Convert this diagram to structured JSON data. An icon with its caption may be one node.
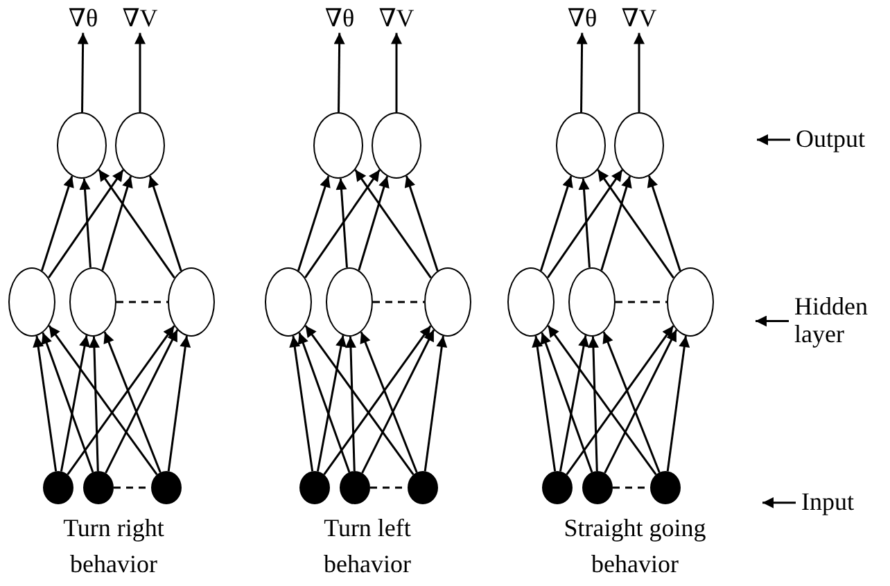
{
  "diagram": {
    "nodes": [
      {
        "text": [
          "∇θ"
        ]
      },
      {
        "text": [
          "∇V"
        ]
      },
      {
        "text": [],
        "shape": "circle"
      },
      {
        "text": [],
        "shape": "circle"
      },
      {
        "text": [],
        "shape": "circle"
      },
      {
        "text": [],
        "shape": "circle"
      },
      {
        "text": [],
        "shape": "circle"
      },
      {
        "text": [],
        "shape": "circle"
      },
      {
        "text": [],
        "shape": "circle"
      },
      {
        "text": [],
        "shape": "circle"
      },
      {
        "text": [
          "∇θ"
        ]
      },
      {
        "text": [
          "∇V"
        ]
      },
      {
        "text": [],
        "shape": "circle"
      },
      {
        "text": [],
        "shape": "circle"
      },
      {
        "text": [],
        "shape": "circle"
      },
      {
        "text": [],
        "shape": "circle"
      },
      {
        "text": [],
        "shape": "circle"
      },
      {
        "text": [],
        "shape": "circle"
      },
      {
        "text": [],
        "shape": "circle"
      },
      {
        "text": [],
        "shape": "circle"
      },
      {
        "text": [
          "∇θ"
        ]
      },
      {
        "text": [
          "∇V"
        ]
      },
      {
        "text": [],
        "shape": "circle"
      },
      {
        "text": [],
        "shape": "circle"
      },
      {
        "text": [],
        "shape": "circle"
      },
      {
        "text": [],
        "shape": "circle"
      },
      {
        "text": [],
        "shape": "circle"
      },
      {
        "text": [],
        "shape": "circle"
      },
      {
        "text": [],
        "shape": "circle"
      },
      {
        "text": [],
        "shape": "circle"
      },
      {
        "text": [
          "Output"
        ]
      },
      {
        "text": [
          "Hidden layer"
        ]
      },
      {
        "text": [
          "Input"
        ]
      }
    ],
    "edges": [
      {
        "from": 2,
        "to": 0,
        "arrow": "to"
      },
      {
        "from": 3,
        "to": 1,
        "arrow": "to"
      },
      {
        "from": 4,
        "to": 2,
        "arrow": "to"
      },
      {
        "from": 4,
        "to": 3,
        "arrow": "to"
      },
      {
        "from": 5,
        "to": 2,
        "arrow": "to"
      },
      {
        "from": 5,
        "to": 3,
        "arrow": "to"
      },
      {
        "from": 6,
        "to": 2,
        "arrow": "to"
      },
      {
        "from": 6,
        "to": 3,
        "arrow": "to"
      },
      {
        "from": 7,
        "to": 4,
        "arrow": "to"
      },
      {
        "from": 7,
        "to": 5,
        "arrow": "to"
      },
      {
        "from": 7,
        "to": 6,
        "arrow": "to"
      },
      {
        "from": 8,
        "to": 4,
        "arrow": "to"
      },
      {
        "from": 8,
        "to": 5,
        "arrow": "to"
      },
      {
        "from": 8,
        "to": 6,
        "arrow": "to"
      },
      {
        "from": 9,
        "to": 4,
        "arrow": "to"
      },
      {
        "from": 9,
        "to": 5,
        "arrow": "to"
      },
      {
        "from": 9,
        "to": 6,
        "arrow": "to"
      },
      {
        "from": 5,
        "to": 6,
        "arrow": "none",
        "style": "dashed"
      },
      {
        "from": 8,
        "to": 9,
        "arrow": "none",
        "style": "dashed"
      },
      {
        "from": 12,
        "to": 10,
        "arrow": "to"
      },
      {
        "from": 13,
        "to": 11,
        "arrow": "to"
      },
      {
        "from": 14,
        "to": 12,
        "arrow": "to"
      },
      {
        "from": 14,
        "to": 13,
        "arrow": "to"
      },
      {
        "from": 15,
        "to": 12,
        "arrow": "to"
      },
      {
        "from": 15,
        "to": 13,
        "arrow": "to"
      },
      {
        "from": 16,
        "to": 12,
        "arrow": "to"
      },
      {
        "from": 16,
        "to": 13,
        "arrow": "to"
      },
      {
        "from": 17,
        "to": 14,
        "arrow": "to"
      },
      {
        "from": 17,
        "to": 15,
        "arrow": "to"
      },
      {
        "from": 17,
        "to": 16,
        "arrow": "to"
      },
      {
        "from": 18,
        "to": 14,
        "arrow": "to"
      },
      {
        "from": 18,
        "to": 15,
        "arrow": "to"
      },
      {
        "from": 18,
        "to": 16,
        "arrow": "to"
      },
      {
        "from": 19,
        "to": 14,
        "arrow": "to"
      },
      {
        "from": 19,
        "to": 15,
        "arrow": "to"
      },
      {
        "from": 19,
        "to": 16,
        "arrow": "to"
      },
      {
        "from": 15,
        "to": 16,
        "arrow": "none",
        "style": "dashed"
      },
      {
        "from": 18,
        "to": 19,
        "arrow": "none",
        "style": "dashed"
      },
      {
        "from": 22,
        "to": 20,
        "arrow": "to"
      },
      {
        "from": 23,
        "to": 21,
        "arrow": "to"
      },
      {
        "from": 24,
        "to": 22,
        "arrow": "to"
      },
      {
        "from": 24,
        "to": 23,
        "arrow": "to"
      },
      {
        "from": 25,
        "to": 22,
        "arrow": "to"
      },
      {
        "from": 25,
        "to": 23,
        "arrow": "to"
      },
      {
        "from": 26,
        "to": 22,
        "arrow": "to"
      },
      {
        "from": 26,
        "to": 23,
        "arrow": "to"
      },
      {
        "from": 27,
        "to": 24,
        "arrow": "to"
      },
      {
        "from": 27,
        "to": 25,
        "arrow": "to"
      },
      {
        "from": 27,
        "to": 26,
        "arrow": "to"
      },
      {
        "from": 28,
        "to": 24,
        "arrow": "to"
      },
      {
        "from": 28,
        "to": 25,
        "arrow": "to"
      },
      {
        "from": 28,
        "to": 26,
        "arrow": "to"
      },
      {
        "from": 29,
        "to": 24,
        "arrow": "to"
      },
      {
        "from": 29,
        "to": 25,
        "arrow": "to"
      },
      {
        "from": 29,
        "to": 26,
        "arrow": "to"
      },
      {
        "from": 25,
        "to": 26,
        "arrow": "none",
        "style": "dashed"
      },
      {
        "from": 28,
        "to": 29,
        "arrow": "none",
        "style": "dashed"
      },
      {
        "from": 30,
        "to": null,
        "arrow": "to"
      },
      {
        "from": 31,
        "to": null,
        "arrow": "to"
      },
      {
        "from": 32,
        "to": null,
        "arrow": "to"
      }
    ],
    "labels": [
      "Turn right behavior",
      "Turn left behavior",
      "Straight going behavior"
    ]
  }
}
